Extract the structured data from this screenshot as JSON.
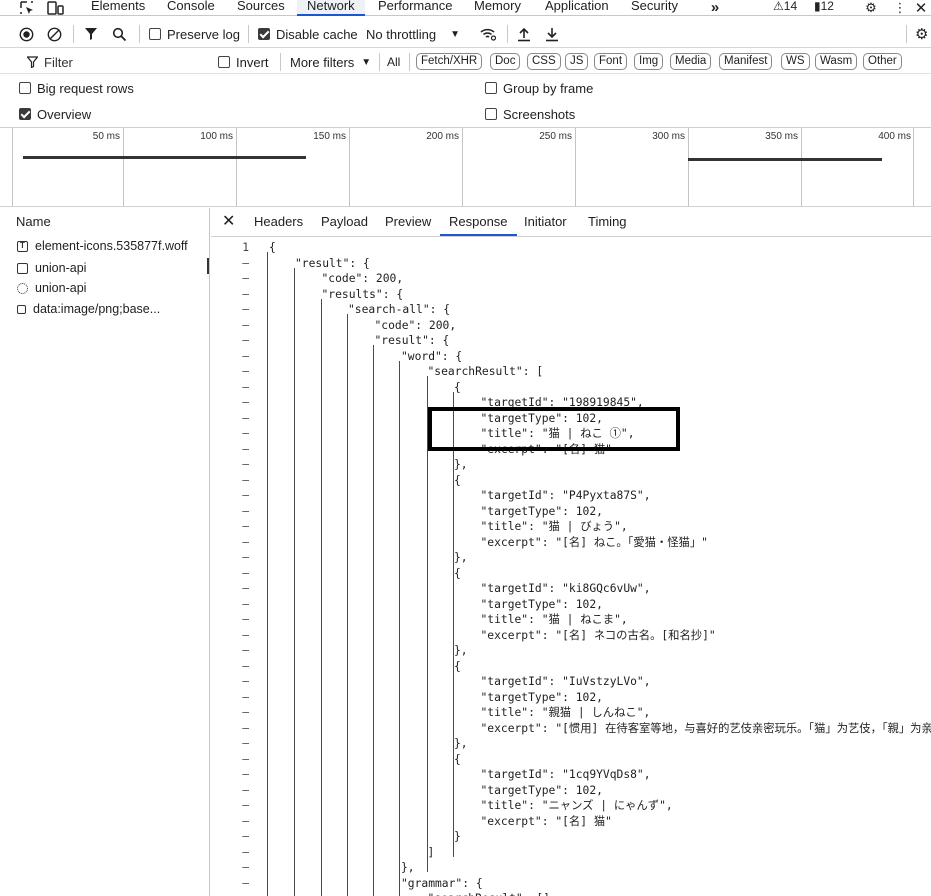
{
  "main_tabs": [
    {
      "label": "Elements"
    },
    {
      "label": "Console"
    },
    {
      "label": "Sources"
    },
    {
      "label": "Network"
    },
    {
      "label": "Performance"
    },
    {
      "label": "Memory"
    },
    {
      "label": "Application"
    },
    {
      "label": "Security"
    }
  ],
  "active_main_tab": "Network",
  "badges": {
    "warnings": "14",
    "issues": "12"
  },
  "toolbar": {
    "preserve_log": {
      "label": "Preserve log",
      "checked": false
    },
    "disable_cache": {
      "label": "Disable cache",
      "checked": true
    },
    "throttling": "No throttling"
  },
  "filter_bar": {
    "filter_placeholder": "Filter",
    "invert_label": "Invert",
    "more_filters_label": "More filters",
    "types": [
      "All",
      "Fetch/XHR",
      "Doc",
      "CSS",
      "JS",
      "Font",
      "Img",
      "Media",
      "Manifest",
      "WS",
      "Wasm",
      "Other"
    ]
  },
  "settings": {
    "big_request_rows": {
      "label": "Big request rows",
      "checked": false
    },
    "group_by_frame": {
      "label": "Group by frame",
      "checked": false
    },
    "overview": {
      "label": "Overview",
      "checked": true
    },
    "screenshots": {
      "label": "Screenshots",
      "checked": false
    }
  },
  "timeline_ticks": [
    "50 ms",
    "100 ms",
    "150 ms",
    "200 ms",
    "250 ms",
    "300 ms",
    "350 ms",
    "400 ms"
  ],
  "request_list": {
    "header": "Name",
    "items": [
      {
        "name": "element-icons.535877f.woff",
        "icon": "font-file-icon"
      },
      {
        "name": "union-api",
        "icon": "document-icon"
      },
      {
        "name": "union-api",
        "icon": "fetch-icon"
      },
      {
        "name": "data:image/png;base...",
        "icon": "image-icon"
      }
    ]
  },
  "detail_tabs": [
    "Headers",
    "Payload",
    "Preview",
    "Response",
    "Initiator",
    "Timing"
  ],
  "active_detail_tab": "Response",
  "response_lines": [
    {
      "gutter": "1",
      "text": "{"
    },
    {
      "gutter": "–",
      "text": "\"result\": {"
    },
    {
      "gutter": "–",
      "text": "\"code\": 200,"
    },
    {
      "gutter": "–",
      "text": "\"results\": {"
    },
    {
      "gutter": "–",
      "text": "\"search-all\": {"
    },
    {
      "gutter": "–",
      "text": "\"code\": 200,"
    },
    {
      "gutter": "–",
      "text": "\"result\": {"
    },
    {
      "gutter": "–",
      "text": "\"word\": {"
    },
    {
      "gutter": "–",
      "text": "\"searchResult\": ["
    },
    {
      "gutter": "–",
      "text": "{"
    },
    {
      "gutter": "–",
      "text": "\"targetId\": \"198919845\","
    },
    {
      "gutter": "–",
      "text": "\"targetType\": 102,"
    },
    {
      "gutter": "–",
      "text": "\"title\": \"猫 | ねこ ①\","
    },
    {
      "gutter": "–",
      "text": "\"excerpt\": \"[名] 猫\""
    },
    {
      "gutter": "–",
      "text": "},"
    },
    {
      "gutter": "–",
      "text": "{"
    },
    {
      "gutter": "–",
      "text": "\"targetId\": \"P4Pyxta87S\","
    },
    {
      "gutter": "–",
      "text": "\"targetType\": 102,"
    },
    {
      "gutter": "–",
      "text": "\"title\": \"猫 | びょう\","
    },
    {
      "gutter": "–",
      "text": "\"excerpt\": \"[名] ねこ。「愛猫・怪猫」\""
    },
    {
      "gutter": "–",
      "text": "},"
    },
    {
      "gutter": "–",
      "text": "{"
    },
    {
      "gutter": "–",
      "text": "\"targetId\": \"ki8GQc6vUw\","
    },
    {
      "gutter": "–",
      "text": "\"targetType\": 102,"
    },
    {
      "gutter": "–",
      "text": "\"title\": \"猫 | ねこま\","
    },
    {
      "gutter": "–",
      "text": "\"excerpt\": \"[名] ネコの古名。[和名抄]\""
    },
    {
      "gutter": "–",
      "text": "},"
    },
    {
      "gutter": "–",
      "text": "{"
    },
    {
      "gutter": "–",
      "text": "\"targetId\": \"IuVstzyLVo\","
    },
    {
      "gutter": "–",
      "text": "\"targetType\": 102,"
    },
    {
      "gutter": "–",
      "text": "\"title\": \"親猫 | しんねこ\","
    },
    {
      "gutter": "–",
      "text": "\"excerpt\": \"[惯用] 在待客室等地，与喜好的艺伎亲密玩乐。「猫」为艺伎，「親」为亲密"
    },
    {
      "gutter": "–",
      "text": "},"
    },
    {
      "gutter": "–",
      "text": "{"
    },
    {
      "gutter": "–",
      "text": "\"targetId\": \"1cq9YVqDs8\","
    },
    {
      "gutter": "–",
      "text": "\"targetType\": 102,"
    },
    {
      "gutter": "–",
      "text": "\"title\": \"ニャンズ | にゃんず\","
    },
    {
      "gutter": "–",
      "text": "\"excerpt\": \"[名] 猫\""
    },
    {
      "gutter": "–",
      "text": "}"
    },
    {
      "gutter": "–",
      "text": "]"
    },
    {
      "gutter": "–",
      "text": "},"
    },
    {
      "gutter": "–",
      "text": "\"grammar\": {"
    },
    {
      "gutter": "–",
      "text": "\"searchResult\": []"
    }
  ]
}
